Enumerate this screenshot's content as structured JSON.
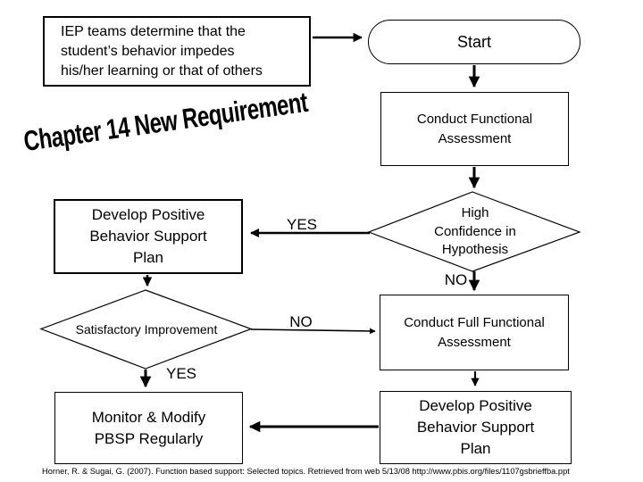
{
  "watermark": {
    "text": "Chapter 14 New Requirement"
  },
  "citation": {
    "text": "Horner, R. & Sugai, G. (2007). Function based support: Selected topics. Retrieved from web 5/13/08 http://www.pbis.org/files/1107gsbrieffba.ppt"
  },
  "flowchart": {
    "nodes": {
      "iep": {
        "type": "process",
        "lines": [
          "IEP teams determine that the",
          "student’s behavior impedes",
          "his/her learning or that of others"
        ]
      },
      "start": {
        "type": "terminator",
        "lines": [
          "Start"
        ]
      },
      "conduct_fa": {
        "type": "process",
        "lines": [
          "Conduct Functional",
          "Assessment"
        ]
      },
      "high_confidence": {
        "type": "decision",
        "lines": [
          "High",
          "Confidence in",
          "Hypothesis"
        ]
      },
      "develop_pbsp": {
        "type": "process",
        "lines": [
          "Develop Positive",
          "Behavior Support",
          "Plan"
        ]
      },
      "satisfactory": {
        "type": "decision",
        "lines": [
          "Satisfactory Improvement"
        ]
      },
      "conduct_full_fa": {
        "type": "process",
        "lines": [
          "Conduct Full Functional",
          "Assessment"
        ]
      },
      "monitor": {
        "type": "process",
        "lines": [
          "Monitor & Modify",
          "PBSP Regularly"
        ]
      },
      "develop_pbsp_2": {
        "type": "process",
        "lines": [
          "Develop Positive",
          "Behavior Support",
          "Plan"
        ]
      }
    },
    "edge_labels": {
      "yes_high_confidence": "YES",
      "no_high_confidence": "NO",
      "no_satisfactory": "NO",
      "yes_satisfactory": "YES"
    },
    "edges": [
      {
        "from": "iep",
        "to": "start"
      },
      {
        "from": "start",
        "to": "conduct_fa"
      },
      {
        "from": "conduct_fa",
        "to": "high_confidence"
      },
      {
        "from": "high_confidence",
        "to": "develop_pbsp",
        "label": "YES"
      },
      {
        "from": "high_confidence",
        "to": "conduct_full_fa",
        "label": "NO"
      },
      {
        "from": "develop_pbsp",
        "to": "satisfactory"
      },
      {
        "from": "satisfactory",
        "to": "conduct_full_fa",
        "label": "NO"
      },
      {
        "from": "satisfactory",
        "to": "monitor",
        "label": "YES"
      },
      {
        "from": "conduct_full_fa",
        "to": "develop_pbsp_2"
      },
      {
        "from": "develop_pbsp_2",
        "to": "monitor"
      }
    ]
  },
  "colors": {
    "background": "#ffffff",
    "stroke": "#000000",
    "text": "#000000"
  }
}
